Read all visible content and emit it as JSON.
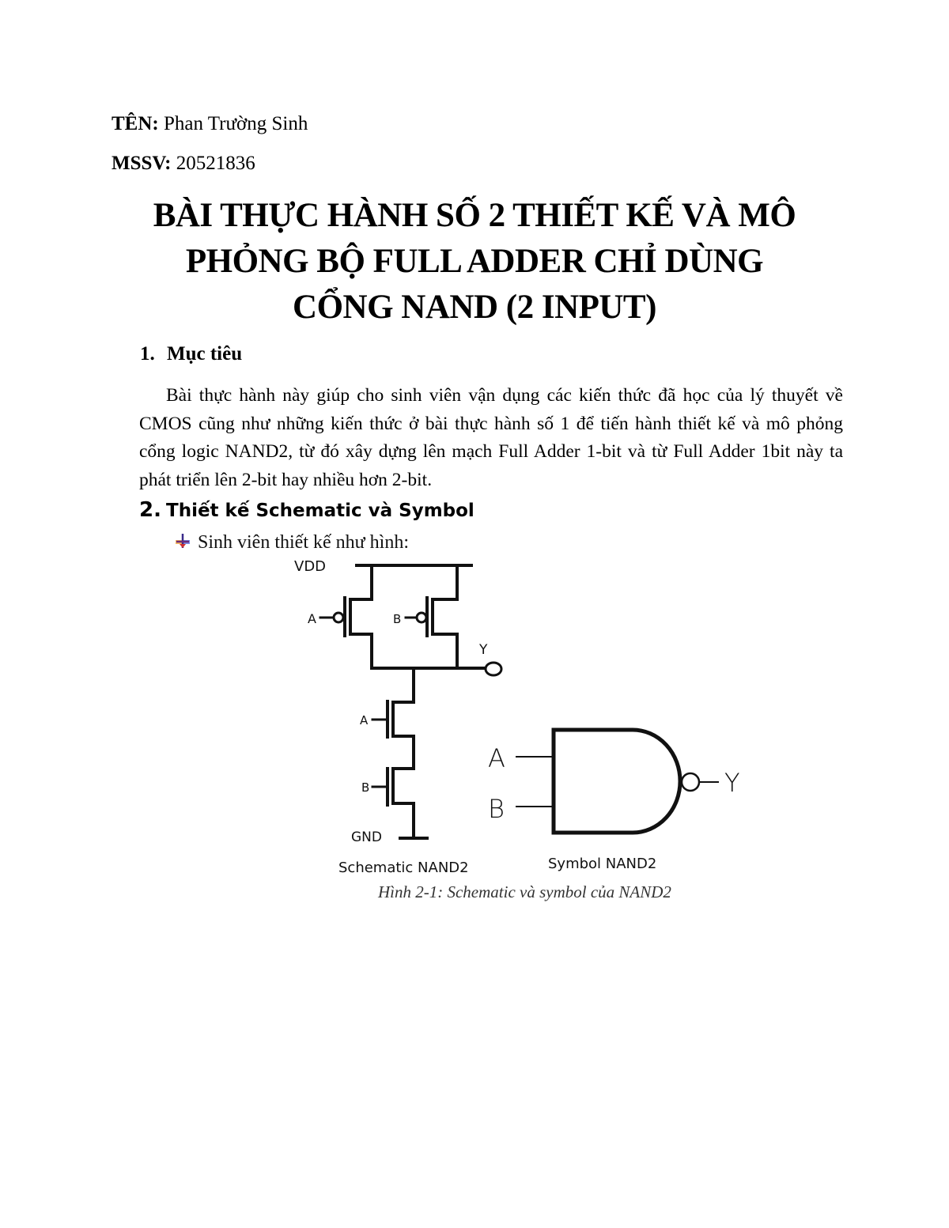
{
  "header": {
    "name_label": "TÊN:",
    "name_value": "Phan Trường Sinh",
    "id_label": "MSSV:",
    "id_value": "20521836"
  },
  "title": {
    "line1": "BÀI THỰC HÀNH SỐ 2 THIẾT KẾ VÀ MÔ",
    "line2": "PHỎNG BỘ FULL ADDER CHỈ DÙNG",
    "line3": "CỔNG NAND (2 INPUT)"
  },
  "sections": [
    {
      "number": "1.",
      "heading": "Mục tiêu",
      "body": "Bài thực hành này giúp cho sinh viên vận dụng các kiến thức đã học của lý thuyết về CMOS cũng như những kiến thức ở bài thực hành số 1 để tiến hành thiết kế và mô phỏng cổng logic NAND2, từ đó xây dựng lên mạch Full Adder 1-bit và từ Full Adder 1bit này ta phát triển lên 2-bit hay nhiều hơn 2-bit."
    },
    {
      "number": "2.",
      "heading": "Thiết kế Schematic và Symbol",
      "bullet_icon": "arrow-bullet-icon",
      "bullet": "Sinh viên thiết kế như hình:"
    }
  ],
  "figure": {
    "schematic": {
      "vdd_label": "VDD",
      "gnd_label": "GND",
      "pmos_a_label": "A",
      "pmos_b_label": "B",
      "nmos_a_label": "A",
      "nmos_b_label": "B",
      "output_label": "Y",
      "caption": "Schematic NAND2"
    },
    "symbol": {
      "input_a": "A",
      "input_b": "B",
      "output": "Y",
      "caption": "Symbol NAND2"
    },
    "caption": "Hình 2-1: Schematic và symbol của NAND2"
  }
}
